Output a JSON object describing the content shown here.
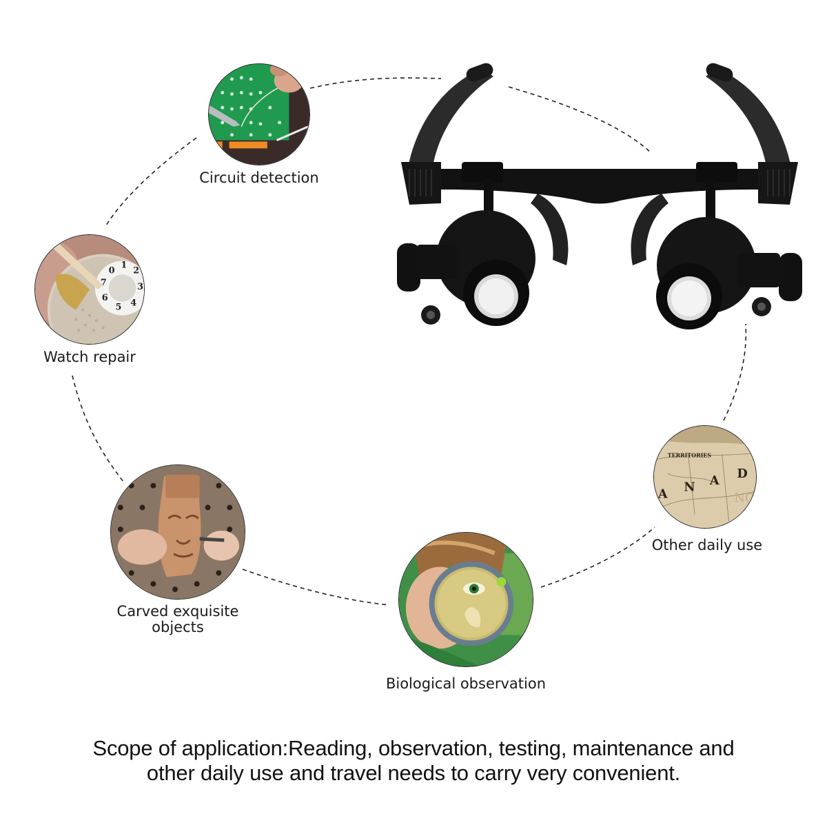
{
  "infographic": {
    "product": "Magnifier glasses with LED lights",
    "applications": [
      {
        "label": "Circuit detection",
        "icon": "circuit-board-image"
      },
      {
        "label": "Watch repair",
        "icon": "watch-movement-image"
      },
      {
        "label": "Carved exquisite\nobjects",
        "icon": "wood-carving-image"
      },
      {
        "label": "Biological observation",
        "icon": "magnifying-glass-child-image"
      },
      {
        "label": "Other daily use",
        "icon": "map-image"
      }
    ],
    "caption": {
      "line1": "Scope of application:Reading, observation, testing, maintenance and",
      "line2": "other daily use and travel needs to carry very convenient."
    },
    "colors": {
      "background": "#ffffff",
      "text": "#111111",
      "dashed_path": "#222222",
      "glasses_body": "#141414"
    }
  }
}
